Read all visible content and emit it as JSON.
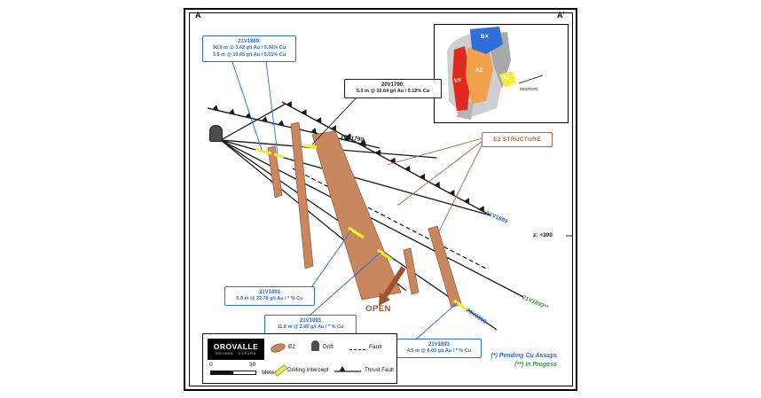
{
  "frame": {
    "a": "A",
    "a_prime": "A'",
    "elevation": "z: +300"
  },
  "inset": {
    "bx": "BX",
    "a2": "A2",
    "vf": "VF",
    "e2": "E2",
    "section": "SECTION"
  },
  "callouts": {
    "v1889": {
      "title": "21V1889:",
      "line1": "30.9 m @ 3.62 g/t Au / 0.36% Cu",
      "line2": "3.6 m @ 10.65 g/t Au / 0.51% Cu"
    },
    "v1790": {
      "title": "20V1790:",
      "line1": "5.3 m @ 32.64 g/t Au / 0.12% Cu"
    },
    "e2": {
      "label": "E2 STRUCTURE"
    },
    "v1893a": {
      "title": "21V1893",
      "line1": "6.9 m @ 22.78 g/t Au / * % Cu"
    },
    "v1893b": {
      "title": "21V1893",
      "line1": "11.8 m @ 3.95 g/t Au / * % Cu"
    },
    "v1893c": {
      "title": "21V1893",
      "line1": "4.5 m @ 8.05 g/t Au / * % Cu"
    }
  },
  "hole_labels": {
    "v1790": "20V1790",
    "v1889": "21V1889",
    "v1893": "21V1893",
    "v1893g": "21V1893**"
  },
  "annotations": {
    "open": "OPEN"
  },
  "legend": {
    "logo_title": "OROVALLE",
    "logo_subtitle": "ORVANA · ESPAÑA",
    "e2": "E2",
    "drift": "Drift",
    "fault": "Fault",
    "intercept": "Drilling intercept",
    "thrust": "Thrust Fault",
    "scale_start": "0",
    "scale_end": "30",
    "scale_unit": "Meters"
  },
  "notes": {
    "pending": "(*) Pending Cu Assays",
    "in_progress": "(**) In Progess"
  },
  "colors": {
    "blue": "#2b6cd4",
    "green": "#2fa12f",
    "brown_text": "#b0673f",
    "e2_fill": "#c8875f",
    "intercept_yellow": "#f5ee2e",
    "open_arrow": "#a0522d"
  }
}
